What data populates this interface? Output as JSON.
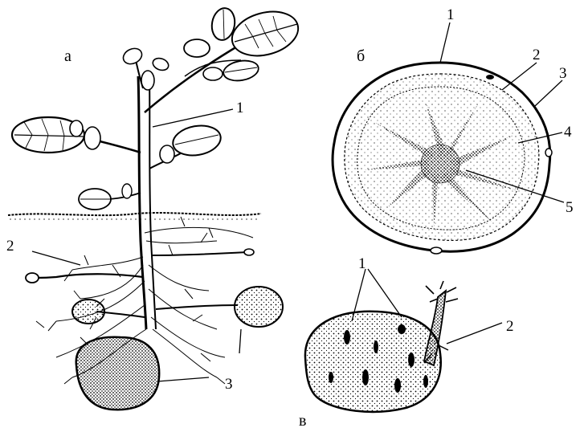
{
  "panels": {
    "a": {
      "letter": "а",
      "labels": [
        "1",
        "2",
        "3"
      ]
    },
    "b": {
      "letter": "б",
      "labels": [
        "1",
        "2",
        "3",
        "4",
        "5"
      ]
    },
    "v": {
      "letter": "в",
      "labels": [
        "1",
        "2"
      ]
    }
  }
}
